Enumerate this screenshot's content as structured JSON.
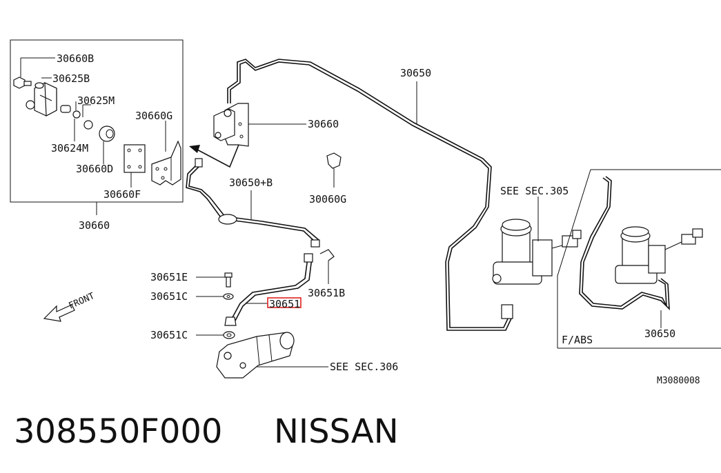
{
  "labels": {
    "l30660b": "30660B",
    "l30625b": "30625B",
    "l30625m": "30625M",
    "l30660g": "30660G",
    "l30624m": "30624M",
    "l30660d": "30660D",
    "l30660f": "30660F",
    "l30660_box": "30660",
    "l30660_main": "30660",
    "l30650": "30650",
    "l30650b": "30650+B",
    "l30060g": "30060G",
    "l30651e": "30651E",
    "l30651c_1": "30651C",
    "l30651c_2": "30651C",
    "l30651": "30651",
    "l30651b": "30651B",
    "see305": "SEE SEC.305",
    "see306": "SEE SEC.306",
    "front": "FRONT",
    "fabs": "F/ABS",
    "l30650_inset": "30650",
    "code": "M3080008"
  },
  "caption": {
    "part_number": "308550F000",
    "brand": "NISSAN"
  },
  "colors": {
    "line": "#111111",
    "highlight": "#e02020",
    "background": "#ffffff"
  }
}
